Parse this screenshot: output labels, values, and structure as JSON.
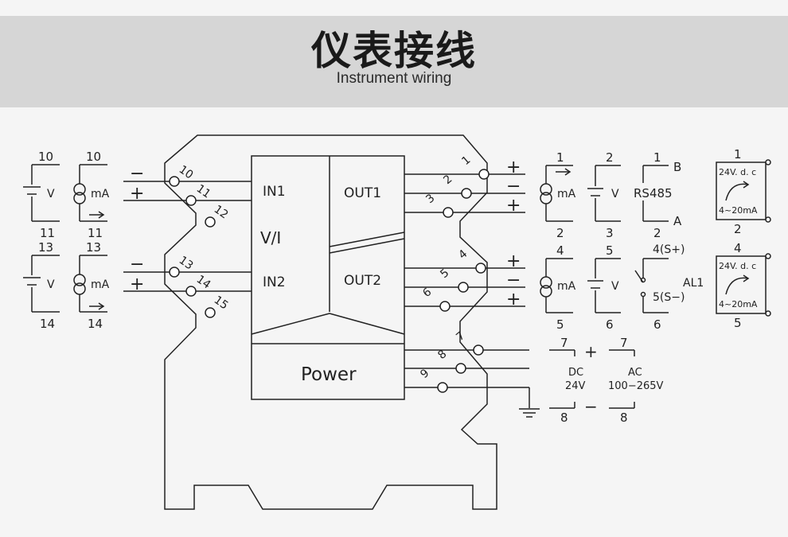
{
  "header": {
    "title": "仪表接线",
    "subtitle": "Instrument wiring"
  },
  "module": {
    "in1": "IN1",
    "in2": "IN2",
    "vi": "V/I",
    "out1": "OUT1",
    "out2": "OUT2",
    "power": "Power"
  },
  "terminals": {
    "t1": "1",
    "t2": "2",
    "t3": "3",
    "t4": "4",
    "t5": "5",
    "t6": "6",
    "t7": "7",
    "t8": "8",
    "t9": "9",
    "t10": "10",
    "t11": "11",
    "t12": "12",
    "t13": "13",
    "t14": "14",
    "t15": "15"
  },
  "signs": {
    "plus": "+",
    "minus": "−"
  },
  "inputs": {
    "v_unit": "V",
    "ma_unit": "mA",
    "ch1": {
      "top": "10",
      "bottom": "11"
    },
    "ch2": {
      "top": "13",
      "bottom": "14"
    }
  },
  "outputs": {
    "ma_unit": "mA",
    "v_unit": "V",
    "rs485": "RS485",
    "b": "B",
    "a": "A",
    "al1": "AL1",
    "s_plus": "4(S+)",
    "s_minus": "5(S−)",
    "loop_supply": "24V. d. c",
    "loop_range": "4~20mA"
  },
  "power": {
    "dc": "DC",
    "dc_v": "24V",
    "ac": "AC",
    "ac_v": "100−265V",
    "plus": "+",
    "minus": "−"
  },
  "colors": {
    "line": "#222222",
    "banner": "#d6d6d6",
    "background": "#f5f5f5"
  }
}
